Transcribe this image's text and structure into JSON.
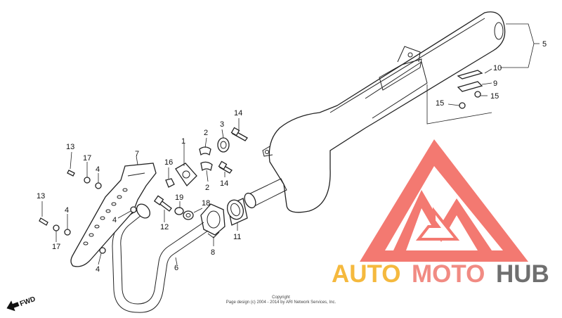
{
  "diagram": {
    "callouts": {
      "n1": "1",
      "n2a": "2",
      "n2b": "2",
      "n3": "3",
      "n4a": "4",
      "n4b": "4",
      "n4c": "4",
      "n4d": "4",
      "n5": "5",
      "n6": "6",
      "n7": "7",
      "n8": "8",
      "n9": "9",
      "n10": "10",
      "n11": "11",
      "n12": "12",
      "n13a": "13",
      "n13b": "13",
      "n14a": "14",
      "n14b": "14",
      "n15a": "15",
      "n15b": "15",
      "n16": "16",
      "n17a": "17",
      "n17b": "17",
      "n18": "18",
      "n19": "19"
    },
    "fwd_label": "FWD",
    "copyright_line1": "Copyright",
    "copyright_line2": "Page design (c) 2004 - 2014 by ARI Network Services, Inc."
  },
  "watermark": {
    "part1": "AUTO",
    "part2": "MOTO",
    "part3": "HUB",
    "colors": {
      "auto": "#f5b93e",
      "moto": "#f18b83",
      "hub": "#6f6f6f",
      "logo": "#f26b62"
    }
  }
}
